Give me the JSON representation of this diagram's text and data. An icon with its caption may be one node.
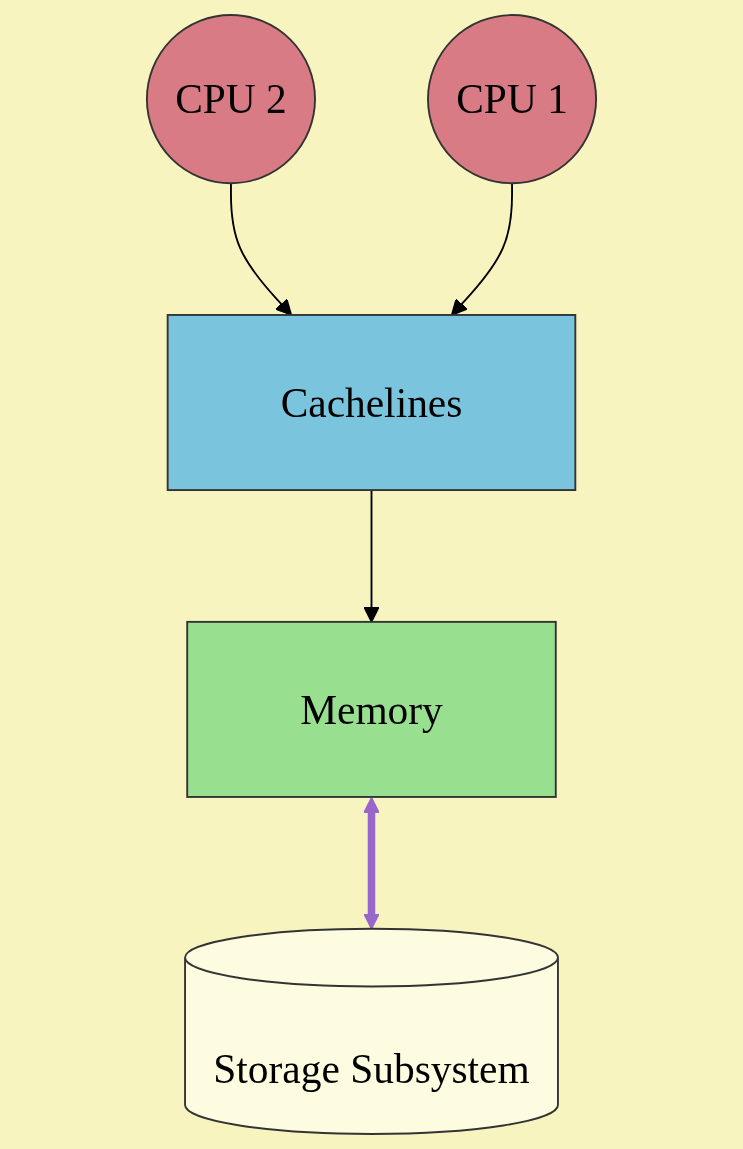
{
  "diagram": {
    "nodes": [
      {
        "text": [
          "CPU 2"
        ]
      },
      {
        "text": [
          "CPU 1"
        ]
      },
      {
        "text": [
          "Cachelines"
        ]
      },
      {
        "text": [
          "Memory"
        ]
      },
      {
        "text": [
          "Storage Subsystem"
        ]
      }
    ],
    "edges": [
      {
        "from": 0,
        "to": 2,
        "arrow": "to"
      },
      {
        "from": 1,
        "to": 2,
        "arrow": "to"
      },
      {
        "from": 2,
        "to": 3,
        "arrow": "to"
      },
      {
        "from": 3,
        "to": 4,
        "arrow": "both",
        "style": "thick",
        "color": "#9966cc"
      }
    ]
  }
}
